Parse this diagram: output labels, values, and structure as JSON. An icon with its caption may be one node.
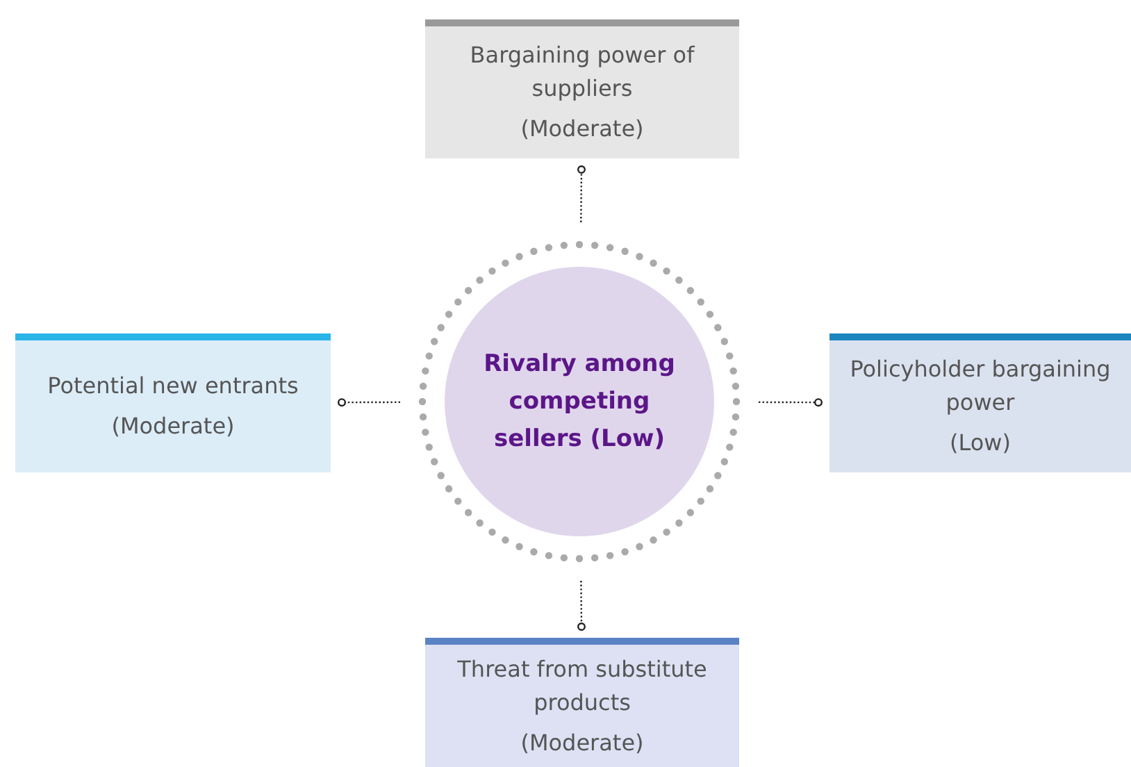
{
  "diagram": {
    "nodes": [
      {
        "text": [
          "Bargaining power of suppliers",
          "(Moderate)"
        ]
      },
      {
        "text": [
          "Potential new entrants",
          "(Moderate)"
        ]
      },
      {
        "text": [
          "Rivalry among competing sellers (Low)"
        ]
      },
      {
        "text": [
          "Policyholder bargaining power",
          "(Low)"
        ]
      },
      {
        "text": [
          "Threat from substitute products",
          "(Moderate)"
        ]
      }
    ],
    "edges": [
      {
        "from": 2,
        "to": 0,
        "arrow": "other",
        "style": "dashed"
      },
      {
        "from": 2,
        "to": 1,
        "arrow": "other",
        "style": "dashed"
      },
      {
        "from": 2,
        "to": 3,
        "arrow": "other",
        "style": "dashed"
      },
      {
        "from": 2,
        "to": 4,
        "arrow": "other",
        "style": "dashed"
      }
    ]
  }
}
